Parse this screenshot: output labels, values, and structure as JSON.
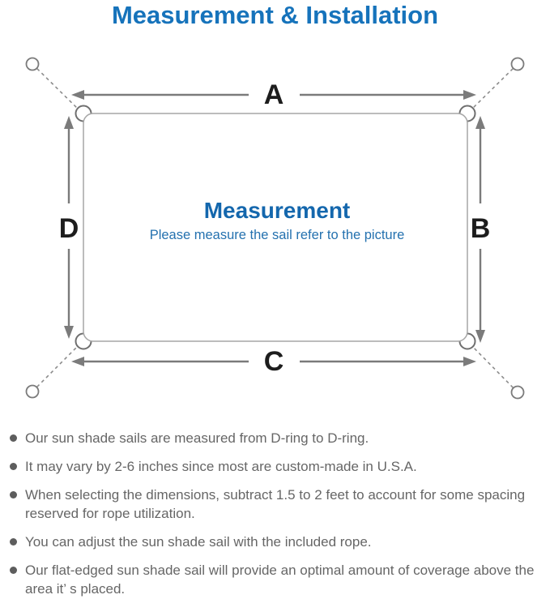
{
  "page_title": "Measurement & Installation",
  "diagram": {
    "center_heading": "Measurement",
    "center_caption": "Please measure the sail refer to the picture",
    "dimension_labels": {
      "top": "A",
      "right": "B",
      "bottom": "C",
      "left": "D"
    }
  },
  "notes": [
    "Our sun shade sails are measured from D-ring to D-ring.",
    "It may vary by 2-6 inches since most are custom-made in U.S.A.",
    "When selecting the dimensions, subtract 1.5 to 2 feet to account for some spacing reserved for rope utilization.",
    "You can adjust the sun shade sail with the included rope.",
    "Our flat-edged sun shade sail will provide an optimal amount of coverage above the area it’ s placed."
  ],
  "colors": {
    "heading_blue": "#1673bb",
    "center_heading_blue": "#1467ad",
    "caption_blue": "#2471af",
    "diagram_line_gray": "#7b7b7b",
    "sail_border_gray": "#a6a6a6",
    "dimension_label_black": "#1d1d1d",
    "note_text_gray": "#666666"
  }
}
